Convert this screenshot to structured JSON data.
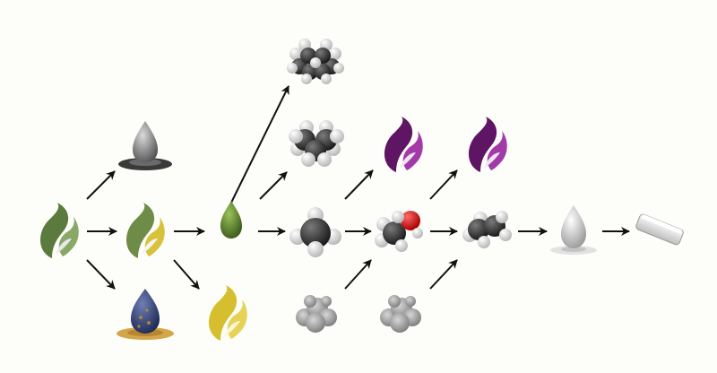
{
  "diagram": {
    "nodes": [
      {
        "id": "natural-gas",
        "icon": "green-flame-icon"
      },
      {
        "id": "residual-gas",
        "icon": "grey-liquid-drop-icon"
      },
      {
        "id": "processed-gas",
        "icon": "green-yellow-flame-icon"
      },
      {
        "id": "crude-oil",
        "icon": "blue-oil-drop-icon"
      },
      {
        "id": "green-liquid",
        "icon": "green-drop-icon"
      },
      {
        "id": "yellow-flame",
        "icon": "yellow-flame-icon"
      },
      {
        "id": "cyclohexane",
        "icon": "ring-molecule-icon"
      },
      {
        "id": "propane",
        "icon": "propane-molecule-icon"
      },
      {
        "id": "methane",
        "icon": "methane-molecule-icon"
      },
      {
        "id": "smoke-1",
        "icon": "smoke-cloud-icon"
      },
      {
        "id": "purple-flame-1",
        "icon": "purple-flame-icon"
      },
      {
        "id": "methanol",
        "icon": "methanol-molecule-icon"
      },
      {
        "id": "smoke-2",
        "icon": "smoke-cloud-icon"
      },
      {
        "id": "purple-flame-2",
        "icon": "purple-flame-icon"
      },
      {
        "id": "ethylene",
        "icon": "ethylene-molecule-icon"
      },
      {
        "id": "grey-drop",
        "icon": "grey-drop-icon"
      },
      {
        "id": "plastic-bar",
        "icon": "plastic-bar-icon"
      }
    ],
    "edges": [
      [
        "natural-gas",
        "residual-gas"
      ],
      [
        "natural-gas",
        "processed-gas"
      ],
      [
        "natural-gas",
        "crude-oil"
      ],
      [
        "processed-gas",
        "green-liquid"
      ],
      [
        "processed-gas",
        "yellow-flame"
      ],
      [
        "green-liquid",
        "cyclohexane"
      ],
      [
        "green-liquid",
        "propane"
      ],
      [
        "green-liquid",
        "methane"
      ],
      [
        "methane",
        "purple-flame-1"
      ],
      [
        "methane",
        "methanol"
      ],
      [
        "smoke-1",
        "methanol"
      ],
      [
        "methanol",
        "purple-flame-2"
      ],
      [
        "methanol",
        "ethylene"
      ],
      [
        "smoke-2",
        "ethylene"
      ],
      [
        "ethylene",
        "grey-drop"
      ],
      [
        "grey-drop",
        "plastic-bar"
      ]
    ],
    "colors": {
      "flame_green_dark": "#4f6b3c",
      "flame_green_light": "#8aa865",
      "flame_yellow": "#d8c23a",
      "flame_purple": "#6a1a6e",
      "oil_blue": "#3c4f86",
      "sand": "#d4a64b",
      "carbon": "#333333",
      "hydrogen": "#f2f2f2",
      "oxygen": "#d42020",
      "arrow": "#111111"
    }
  }
}
